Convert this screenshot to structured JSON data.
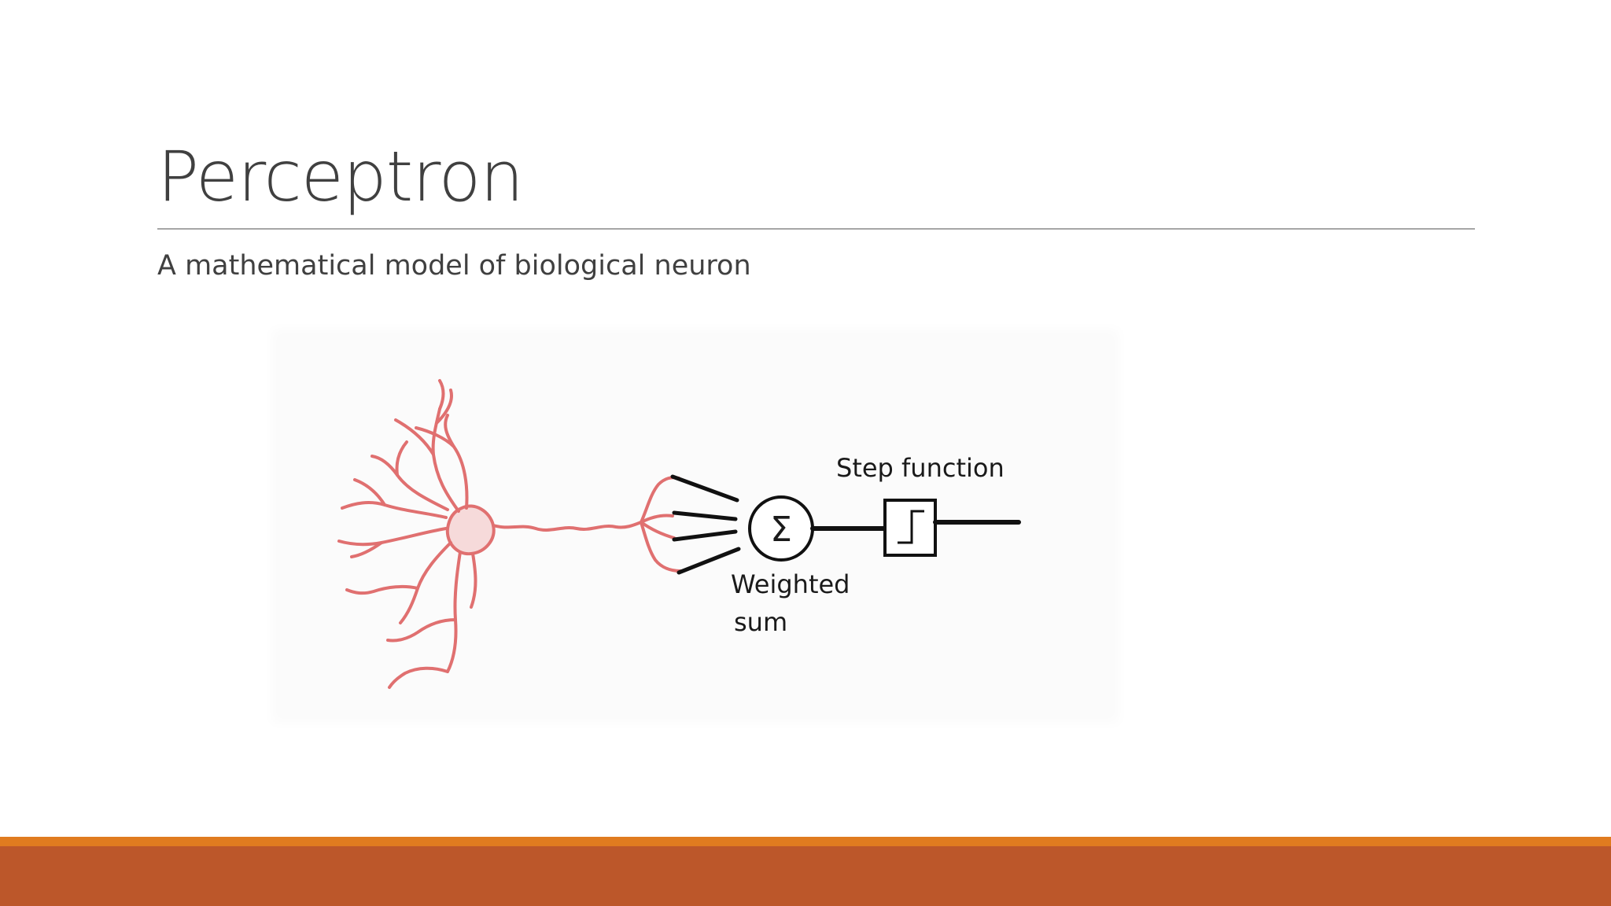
{
  "slide": {
    "title": "Perceptron",
    "subtitle": "A mathematical model of biological neuron"
  },
  "figure": {
    "sigma_symbol": "Σ",
    "step_function_label": "Step function",
    "weighted_sum_label_line1": "Weighted",
    "weighted_sum_label_line2": "sum"
  },
  "colors": {
    "text": "#404040",
    "rule": "#a6a6a6",
    "neuron": "#e07070",
    "footer_accent": "#e07b1f",
    "footer_bar": "#bc572a"
  }
}
